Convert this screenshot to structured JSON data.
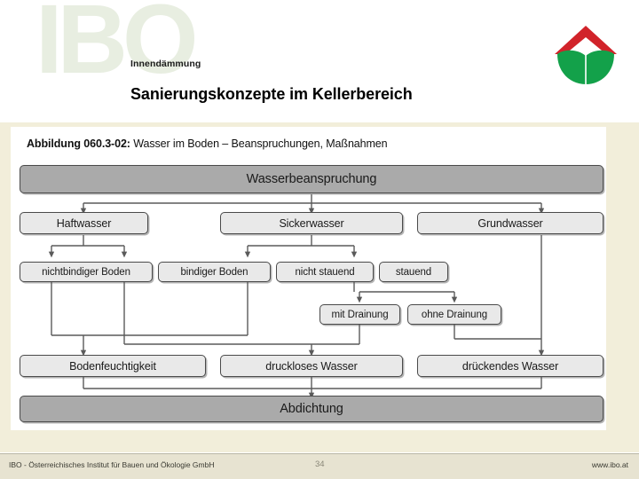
{
  "header": {
    "eyebrow": "Innendämmung",
    "title": "Sanierungskonzepte im Kellerbereich",
    "watermark": "IBO",
    "logo_colors": {
      "roof": "#d1232a",
      "leaf": "#13a14a"
    }
  },
  "figure": {
    "caption_label": "Abbildung 060.3-02:",
    "caption_text": " Wasser im Boden – Beanspruchungen, Maßnahmen",
    "panel_background": "#ffffff",
    "page_background": "#f2eeda"
  },
  "diagram": {
    "node_fill_light": "#e9e9e9",
    "node_fill_dark": "#aaaaaa",
    "node_border": "#4a4a4a",
    "connector_color": "#5a5a5a",
    "nodes": {
      "root": "Wasserbeanspruchung",
      "level2": [
        "Haftwasser",
        "Sickerwasser",
        "Grundwasser"
      ],
      "level3": [
        "nichtbindiger Boden",
        "bindiger Boden",
        "nicht stauend",
        "stauend"
      ],
      "level4": [
        "mit Drainung",
        "ohne Drainung"
      ],
      "level5": [
        "Bodenfeuchtigkeit",
        "druckloses Wasser",
        "drückendes Wasser"
      ],
      "bottom": "Abdichtung"
    }
  },
  "footer": {
    "organisation": "IBO - Österreichisches Institut für Bauen und Ökologie GmbH",
    "page_number": "34",
    "website": "www.ibo.at"
  }
}
